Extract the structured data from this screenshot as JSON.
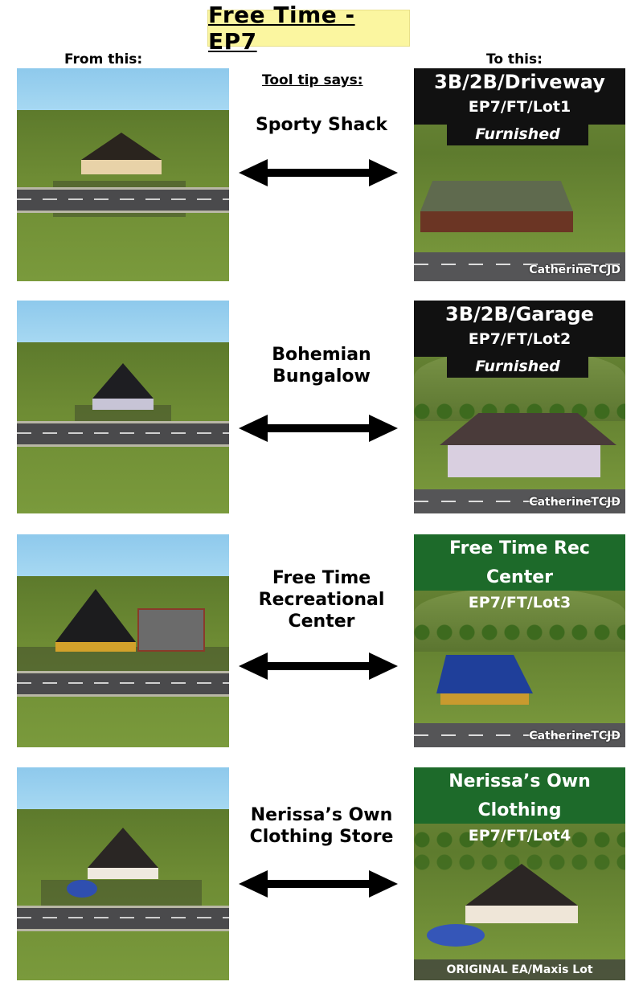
{
  "title": "Free Time - EP7",
  "headers": {
    "from": "From this:",
    "to": "To this:",
    "tooltip": "Tool tip says:"
  },
  "rows": [
    {
      "tooltip": [
        "Sporty Shack"
      ],
      "band": "3B/2B/Driveway",
      "lot": "EP7/FT/Lot1",
      "furnished": "Furnished",
      "credit": "CatherineTCJD",
      "band_color": "#111111"
    },
    {
      "tooltip": [
        "Bohemian",
        "Bungalow"
      ],
      "band": "3B/2B/Garage",
      "lot": "EP7/FT/Lot2",
      "furnished": "Furnished",
      "credit": "CatherineTCJD",
      "band_color": "#111111"
    },
    {
      "tooltip": [
        "Free Time",
        "Recreational",
        "Center"
      ],
      "band": "Free Time Rec Center",
      "lot": "EP7/FT/Lot3",
      "furnished": "",
      "credit": "CatherineTCJD",
      "band_color": "#1d6a2a"
    },
    {
      "tooltip": [
        "Nerissa’s Own",
        "Clothing Store"
      ],
      "band": "Nerissa’s Own Clothing",
      "lot": "EP7/FT/Lot4",
      "furnished": "",
      "credit": "ORIGINAL EA/Maxis Lot",
      "band_color": "#1d6a2a"
    }
  ],
  "icons": {
    "arrow": "double-headed-arrow-icon"
  }
}
